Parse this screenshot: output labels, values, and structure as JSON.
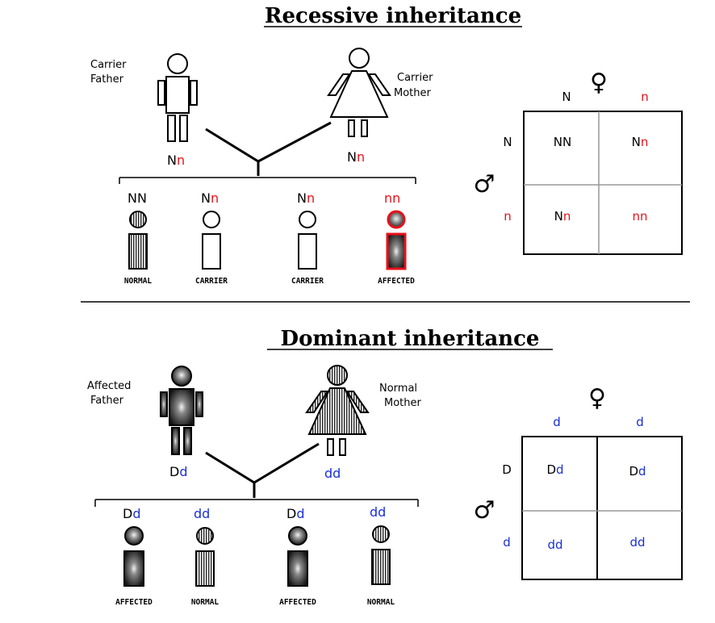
{
  "colors": {
    "recessive_allele": "#e8101a",
    "dominant_allele": "#1a2fd8",
    "text": "#000000"
  },
  "recessive": {
    "title": "Recessive inheritance",
    "father": {
      "label_1": "Carrier",
      "label_2": "Father",
      "g1": "N",
      "g2": "n"
    },
    "mother": {
      "label_1": "Carrier",
      "label_2": "Mother",
      "g1": "N",
      "g2": "n"
    },
    "children": [
      {
        "g1": "N",
        "g2": "N",
        "status": "NORMAL"
      },
      {
        "g1": "N",
        "g2": "n",
        "status": "CARRIER"
      },
      {
        "g1": "N",
        "g2": "n",
        "status": "CARRIER"
      },
      {
        "g1": "n",
        "g2": "n",
        "status": "AFFECTED"
      }
    ],
    "punnett": {
      "female_symbol": "♀",
      "male_symbol": "♂",
      "col_headers": [
        "N",
        "n"
      ],
      "row_headers": [
        "N",
        "n"
      ],
      "cells": [
        [
          "N",
          "N"
        ],
        [
          "N",
          "n"
        ],
        [
          "N",
          "n"
        ],
        [
          "n",
          "n"
        ]
      ]
    }
  },
  "dominant": {
    "title": "Dominant inheritance",
    "father": {
      "label_1": "Affected",
      "label_2": "Father",
      "g1": "D",
      "g2": "d"
    },
    "mother": {
      "label_1": "Normal",
      "label_2": "Mother",
      "g1": "d",
      "g2": "d"
    },
    "children": [
      {
        "g1": "D",
        "g2": "d",
        "status": "AFFECTED"
      },
      {
        "g1": "d",
        "g2": "d",
        "status": "NORMAL"
      },
      {
        "g1": "D",
        "g2": "d",
        "status": "AFFECTED"
      },
      {
        "g1": "d",
        "g2": "d",
        "status": "NORMAL"
      }
    ],
    "punnett": {
      "female_symbol": "♀",
      "male_symbol": "♂",
      "col_headers": [
        "d",
        "d"
      ],
      "row_headers": [
        "D",
        "d"
      ],
      "cells": [
        [
          "D",
          "d"
        ],
        [
          "D",
          "d"
        ],
        [
          "d",
          "d"
        ],
        [
          "d",
          "d"
        ]
      ]
    }
  }
}
